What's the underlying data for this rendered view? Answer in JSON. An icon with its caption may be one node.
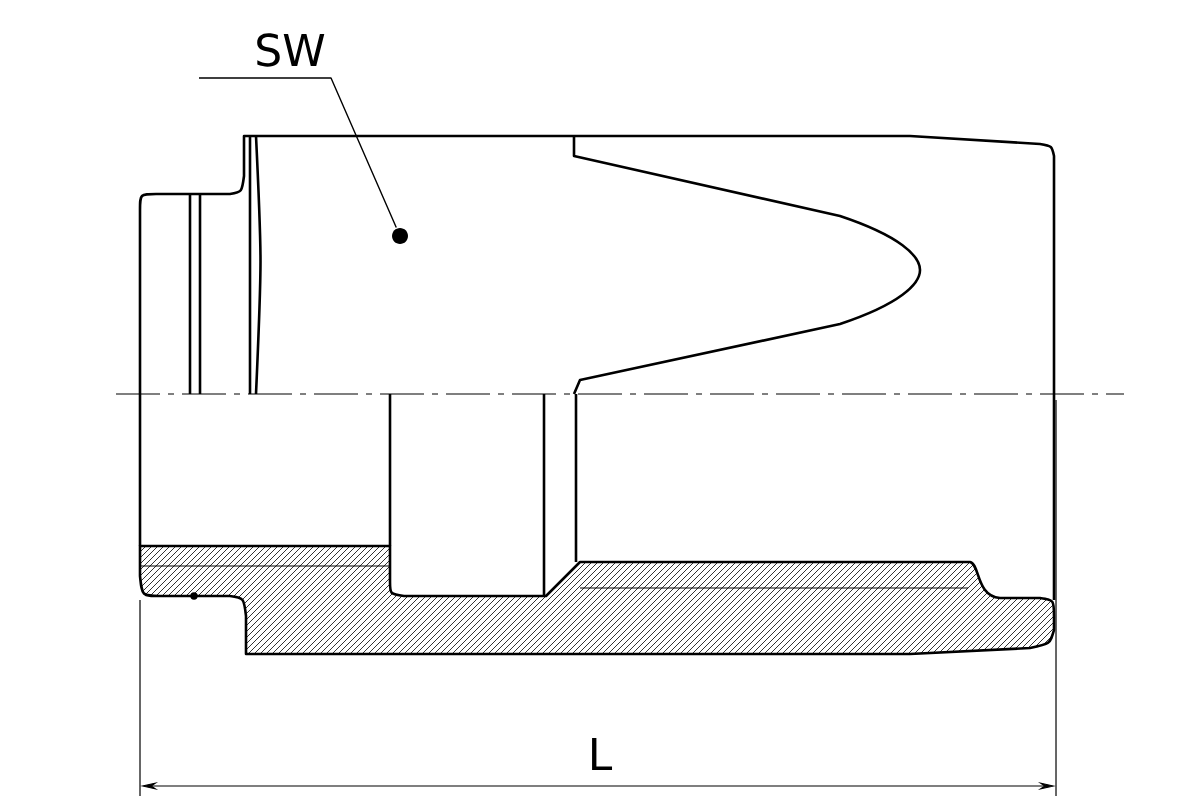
{
  "diagram": {
    "nodes": [
      {
        "text": [
          "SW"
        ]
      },
      {
        "text": [],
        "shape": "circle"
      }
    ],
    "edges": [
      {
        "from": 0,
        "to": 1,
        "arrow": "none"
      }
    ],
    "labels": [
      "L"
    ]
  }
}
